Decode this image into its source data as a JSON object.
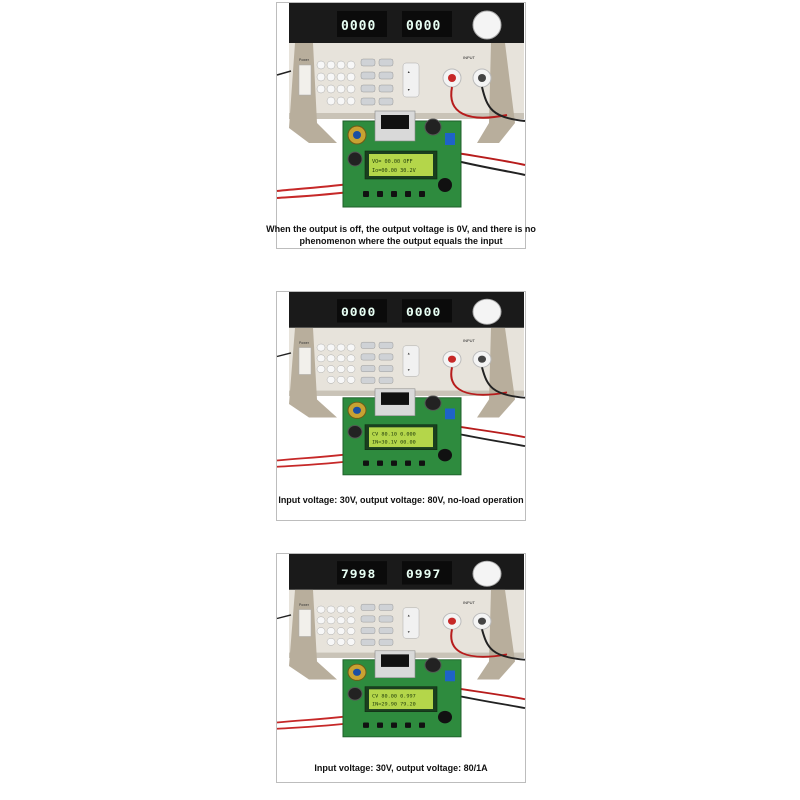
{
  "panels": [
    {
      "caption": "When the output is off, the output voltage is 0V, and there is no phenomenon where the output equals the input",
      "load_display": {
        "voltage": "0000",
        "current": "0000"
      },
      "lcd": {
        "line1": "VO= 00.00   OFF",
        "line2": "Io=00.00  30.2V"
      }
    },
    {
      "caption": "Input voltage: 30V, output voltage: 80V, no-load operation",
      "load_display": {
        "voltage": "0000",
        "current": "0000"
      },
      "lcd": {
        "line1": "CV  80.10   0.000",
        "line2": "IN=30.1V  00.00"
      }
    },
    {
      "caption": "Input voltage: 30V, output voltage: 80/1A",
      "load_display": {
        "voltage": "7998",
        "current": "0997"
      },
      "lcd": {
        "line1": "CV  80.00   0.997",
        "line2": "IN=29.90 79.20"
      }
    }
  ],
  "labels": {
    "input": "INPUT",
    "power": "Power"
  }
}
